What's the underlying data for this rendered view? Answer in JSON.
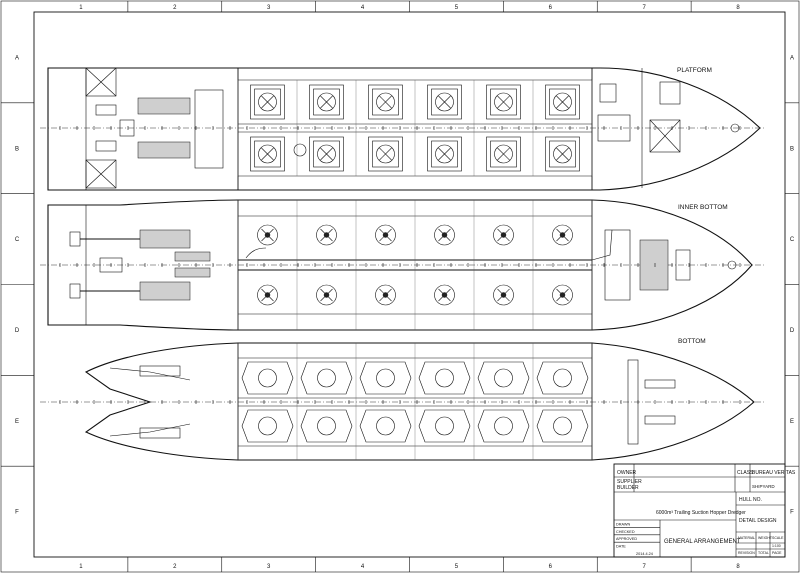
{
  "border": {
    "columns": [
      "1",
      "2",
      "3",
      "4",
      "5",
      "6",
      "7",
      "8"
    ],
    "rows": [
      "A",
      "B",
      "C",
      "D",
      "E",
      "F"
    ]
  },
  "views": [
    {
      "title": "PLATFORM"
    },
    {
      "title": "INNER BOTTOM"
    },
    {
      "title": "BOTTOM"
    }
  ],
  "title_block": {
    "owner_label": "OWNER",
    "supplier_label": "SUPPLIER",
    "builder_label": "BUILDER",
    "class_label": "CLASS",
    "class_value": "BUREAU VERITAS",
    "shipyard_label": "SHIPYARD",
    "hull_no_label": "HULL NO.",
    "project_title": "6000m³ Trailing Suction Hopper Dredger",
    "stage": "DETAIL DESIGN",
    "drawing_title": "GENERAL ARRANGEMENT",
    "sign_labels": [
      "DRAWN",
      "CHECKED",
      "APPROVED",
      "DATE"
    ],
    "date_value": "2014.4.24",
    "material_label": "MATERIAL",
    "weight_label": "WEIGHT",
    "scale_label": "SCALE",
    "scale_value": "1:100",
    "revision_label": "REVISION",
    "total_label": "TOTAL",
    "page_label": "PAGE"
  },
  "palette": {
    "ink": "#111111",
    "paper": "#ffffff",
    "machinery": "#cfcfcf"
  }
}
